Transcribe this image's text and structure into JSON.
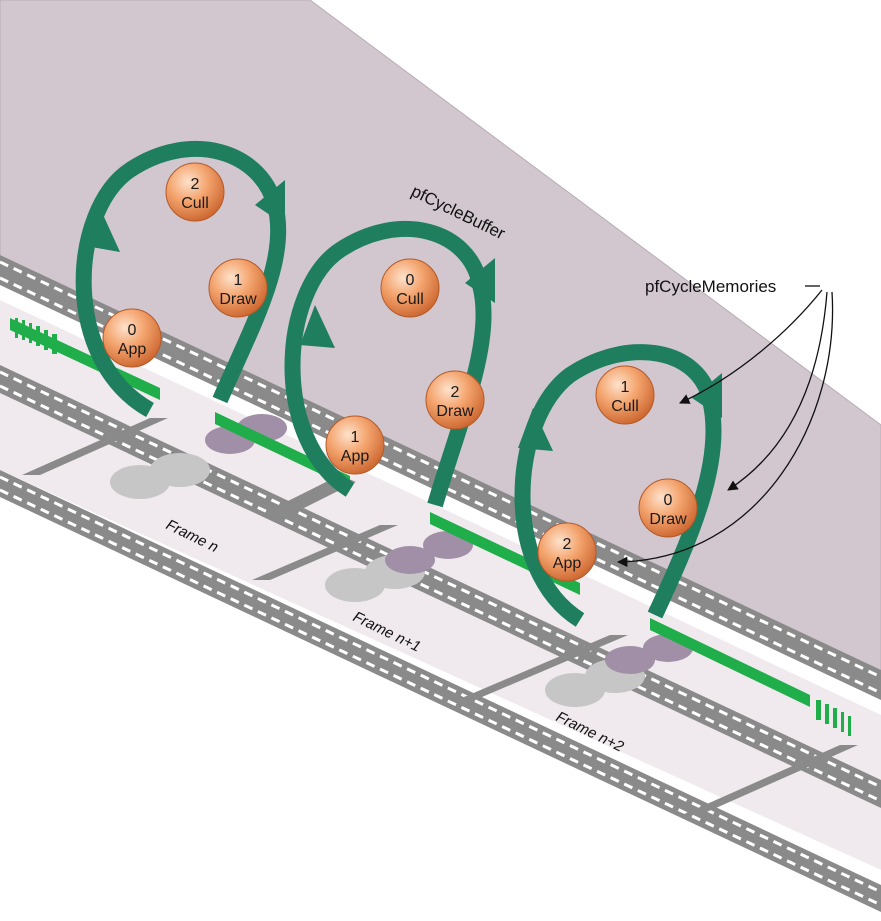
{
  "buffer_label": "pfCycleBuffer",
  "memories_label": "pfCycleMemories",
  "frames": [
    {
      "label": "Frame n"
    },
    {
      "label": "Frame n+1"
    },
    {
      "label": "Frame n+2"
    }
  ],
  "cycles": [
    {
      "stages": [
        {
          "index": "2",
          "name": "Cull"
        },
        {
          "index": "1",
          "name": "Draw"
        },
        {
          "index": "0",
          "name": "App"
        }
      ]
    },
    {
      "stages": [
        {
          "index": "0",
          "name": "Cull"
        },
        {
          "index": "2",
          "name": "Draw"
        },
        {
          "index": "1",
          "name": "App"
        }
      ]
    },
    {
      "stages": [
        {
          "index": "1",
          "name": "Cull"
        },
        {
          "index": "0",
          "name": "Draw"
        },
        {
          "index": "2",
          "name": "App"
        }
      ]
    }
  ],
  "colors": {
    "buffer_plane": "#d2c7cf",
    "frame_plane": "#f0eaee",
    "film_rail": "#8a8a8a",
    "loop_arrow": "#1e7e5e",
    "data_bar": "#1fae4a",
    "ball_fill": "#f2a06c",
    "shadow_gray": "#c6c6c6",
    "shadow_purple": "#a08fa6"
  }
}
